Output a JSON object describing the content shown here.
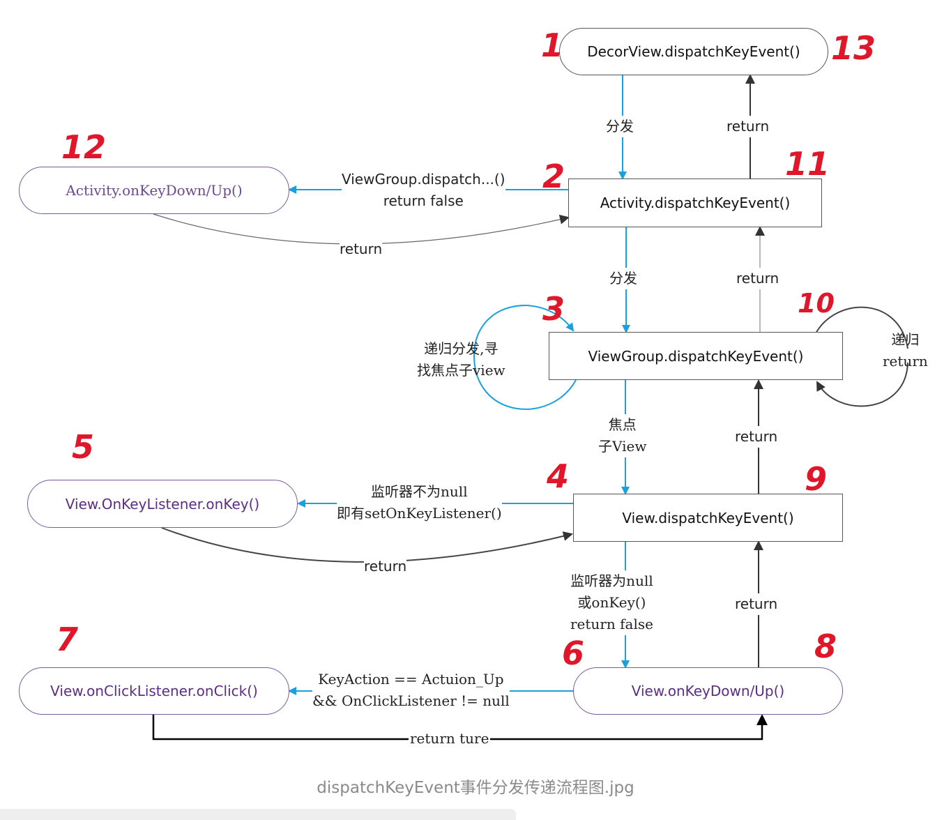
{
  "caption": "dispatchKeyEvent事件分发传递流程图.jpg",
  "nodes": {
    "decorview": "DecorView.dispatchKeyEvent()",
    "activity_dispatch": "Activity.dispatchKeyEvent()",
    "activity_onkey": "Activity.onKeyDown/Up()",
    "viewgroup_dispatch": "ViewGroup.dispatchKeyEvent()",
    "onkeylistener": "View.OnKeyListener.onKey()",
    "view_dispatch": "View.dispatchKeyEvent()",
    "onclick": "View.onClickListener.onClick()",
    "view_onkeydown": "View.onKeyDown/Up()"
  },
  "labels": {
    "dispatch_1": "分发",
    "return_13": "return",
    "vg_false_1": "ViewGroup.dispatch...()",
    "vg_false_2": "return false",
    "return_12": "return",
    "dispatch_2": "分发",
    "return_11": "return",
    "recurse_1": "递归分发,寻",
    "recurse_2": "找焦点子view",
    "recurse_return_1": "递归",
    "recurse_return_2": "return",
    "focus_1": "焦点",
    "focus_2": "子View",
    "return_10": "return",
    "listener_1": "监听器不为null",
    "listener_2": "即有setOnKeyListener()",
    "return_5": "return",
    "null_1": "监听器为null",
    "null_2": "或onKey()",
    "null_3": "return false",
    "return_9": "return",
    "keyaction_1": "KeyAction == Actuion_Up",
    "keyaction_2": "&& OnClickListener != null",
    "return_true": "return ture"
  },
  "step_numbers": [
    "1",
    "2",
    "3",
    "4",
    "5",
    "6",
    "7",
    "8",
    "9",
    "10",
    "11",
    "12",
    "13"
  ],
  "colors": {
    "blue_arrow": "#1aa0dc",
    "dark_arrow": "#333333",
    "purple_border": "#7a5a9c",
    "red_annotation": "#e0162b"
  }
}
